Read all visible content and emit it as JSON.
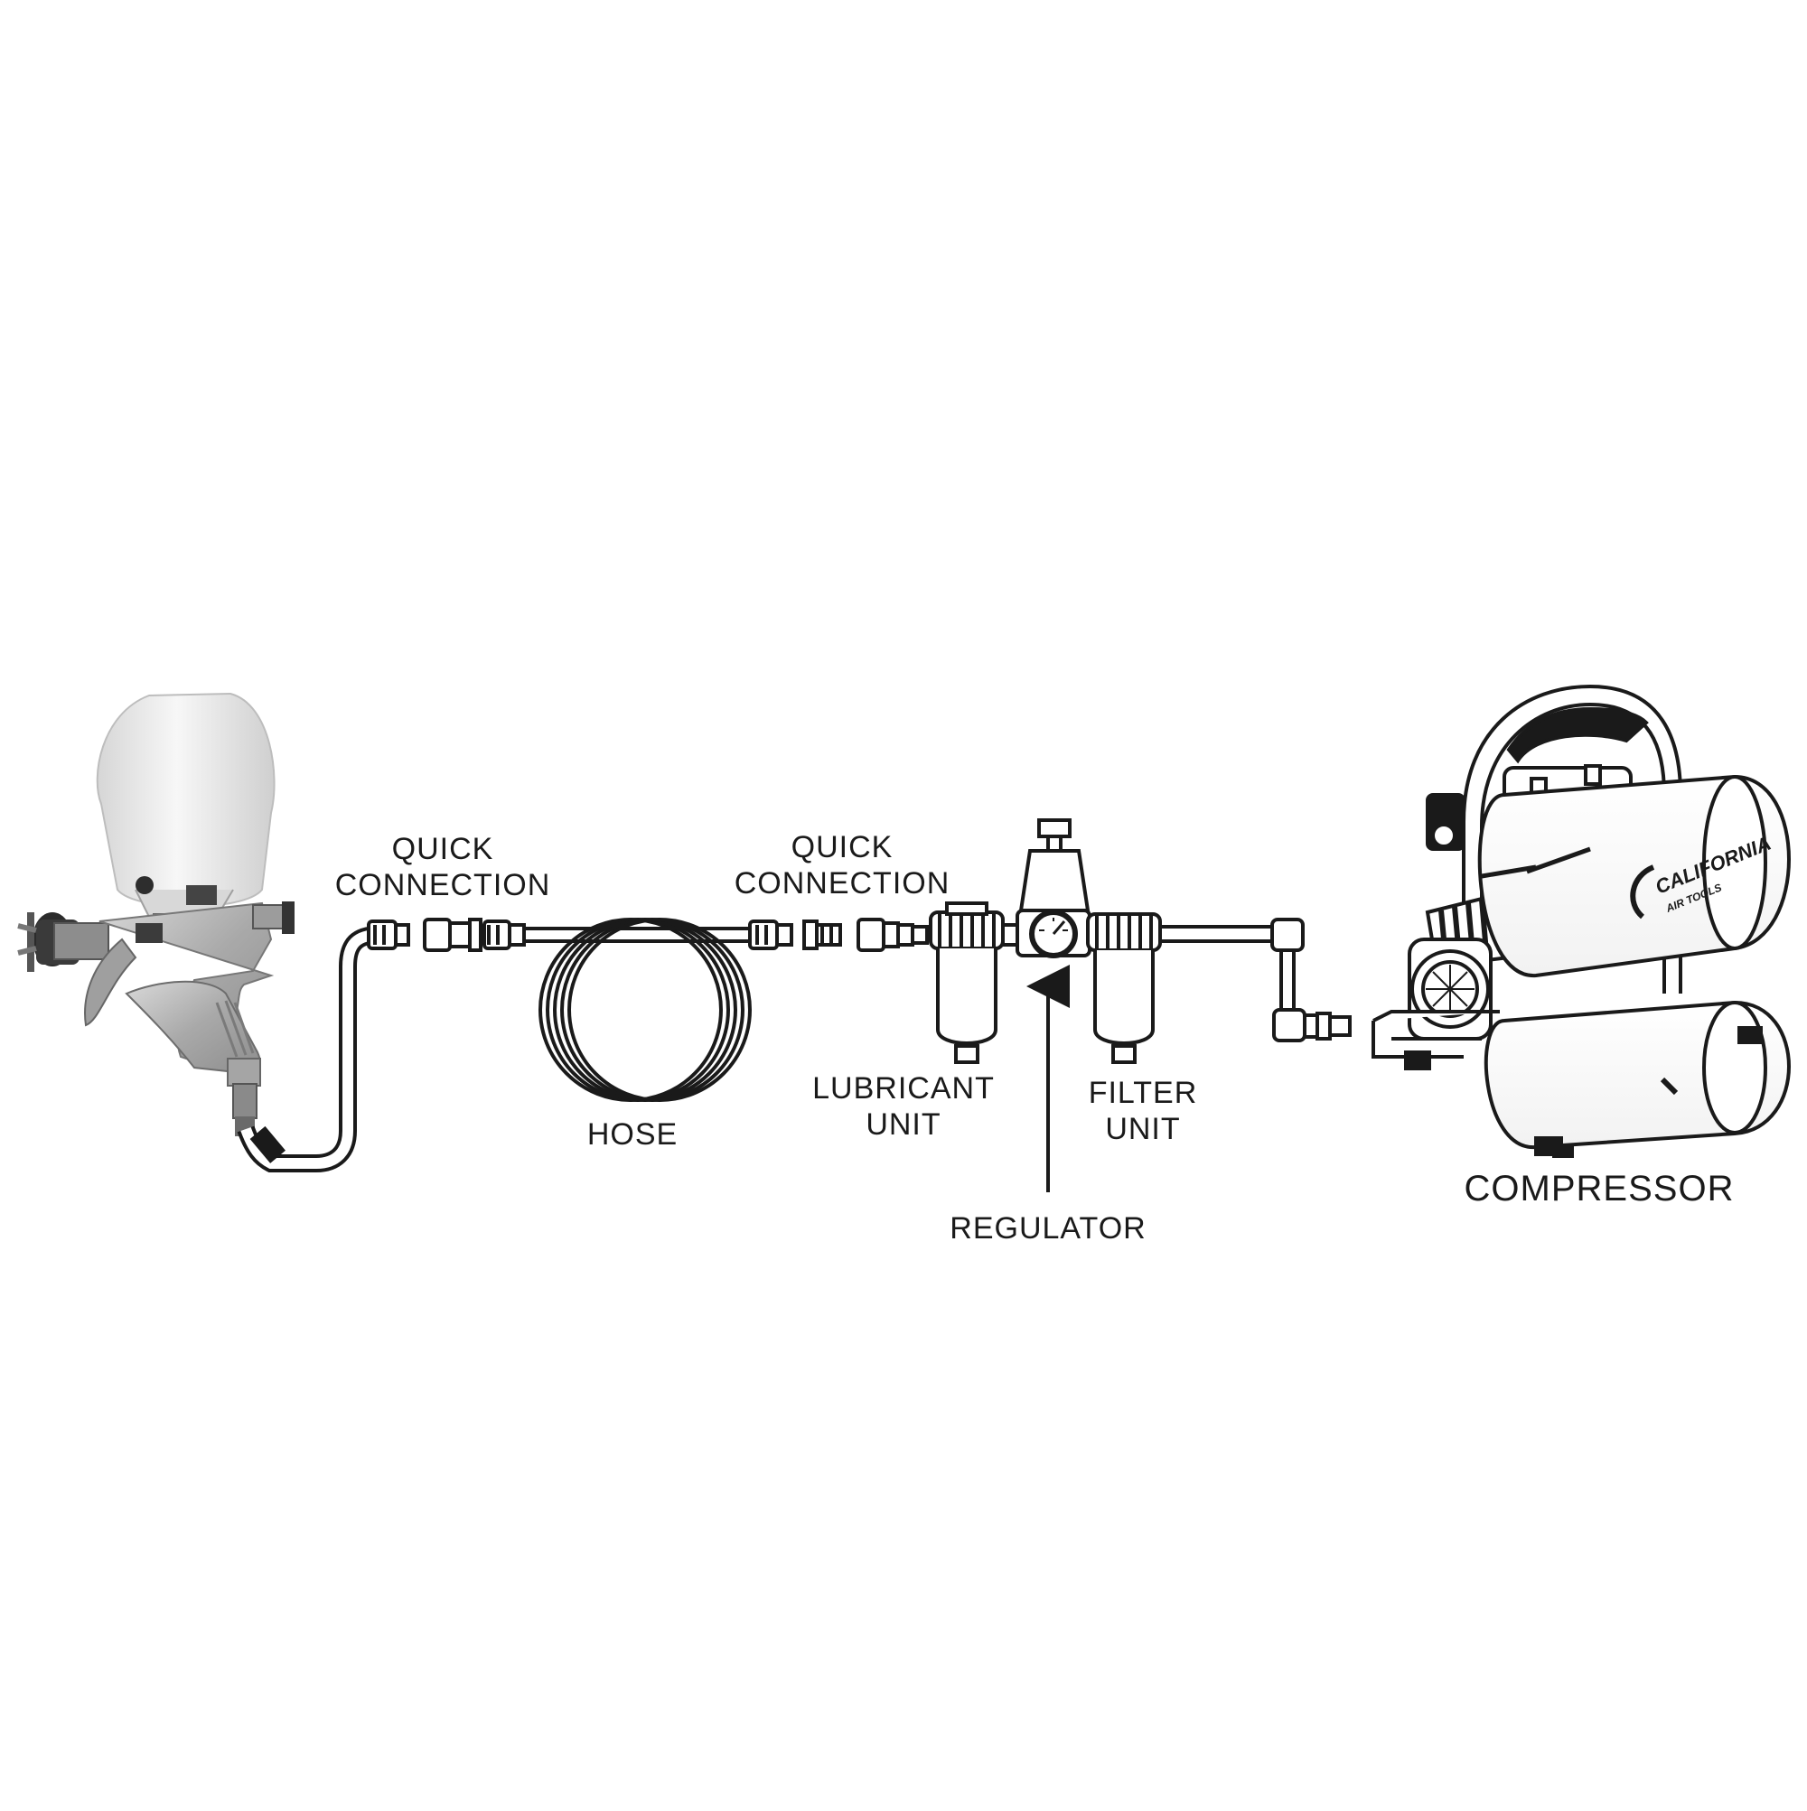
{
  "labels": {
    "quick_connection_left": [
      "QUICK",
      "CONNECTION"
    ],
    "quick_connection_right": [
      "QUICK",
      "CONNECTION"
    ],
    "hose": "HOSE",
    "lubricant_unit": [
      "LUBRICANT",
      "UNIT"
    ],
    "filter_unit": [
      "FILTER",
      "UNIT"
    ],
    "regulator": "REGULATOR",
    "compressor": "COMPRESSOR"
  },
  "brand": {
    "logo_text": "CALIFORNIA",
    "logo_subtext": "AIR TOOLS"
  },
  "colors": {
    "line": "#1a1a1a",
    "gun_body": "#b8b8b8",
    "gun_cup": "#ececec",
    "background": "#ffffff"
  }
}
